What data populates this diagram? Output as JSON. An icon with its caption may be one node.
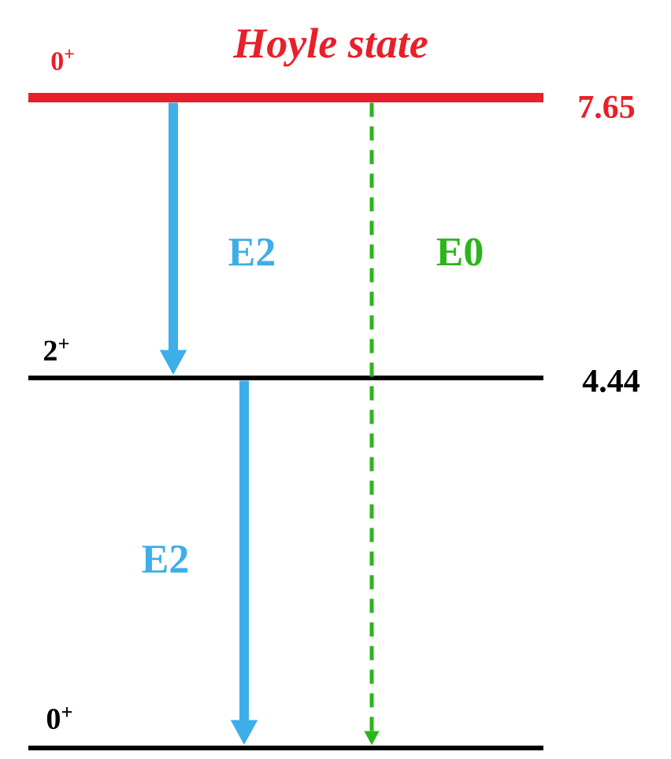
{
  "diagram": {
    "nodes": [
      {
        "text": [
          "0$^{+}$",
          "Hoyle state"
        ],
        "beside": [
          "7.65"
        ]
      },
      {
        "text": [
          "2$^{+}$"
        ],
        "beside": [
          "4.44"
        ]
      },
      {
        "text": [
          "0$^{+}$"
        ]
      }
    ],
    "edges": [
      {
        "from": 0,
        "to": 1,
        "arrow": "to",
        "label": "E2"
      },
      {
        "from": 1,
        "to": 2,
        "arrow": "to",
        "label": "E2"
      },
      {
        "from": 0,
        "to": 2,
        "arrow": "to",
        "label": "E0",
        "style": "dashed",
        "color": "#2db51c"
      }
    ]
  }
}
